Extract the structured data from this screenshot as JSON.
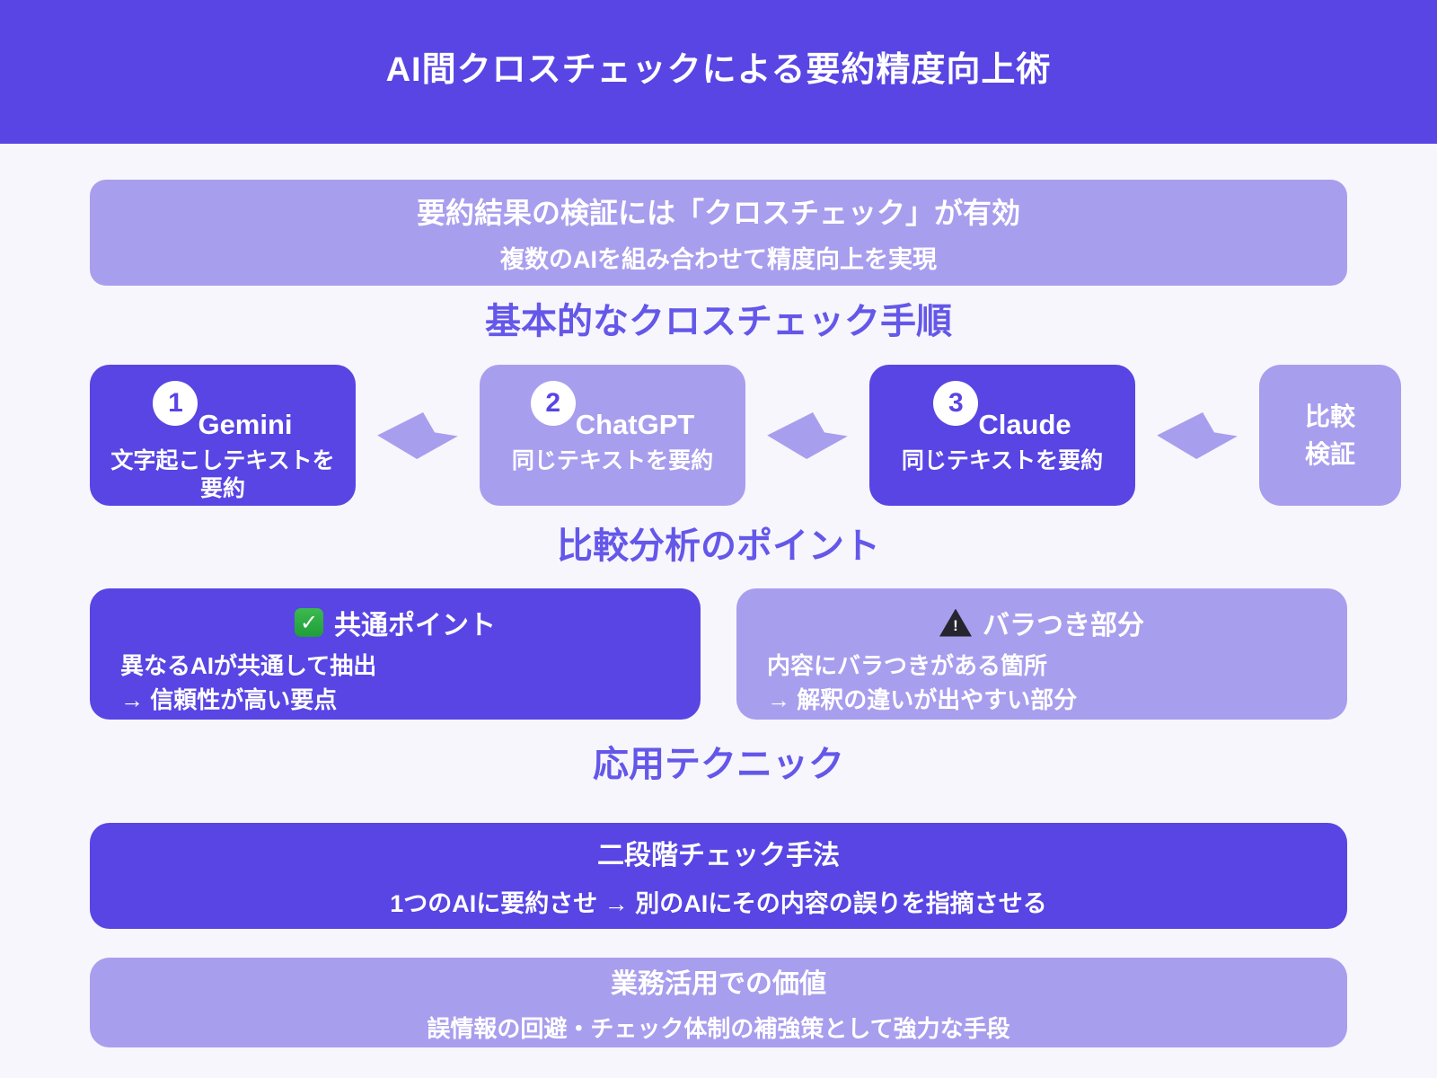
{
  "header": {
    "title": "AI間クロスチェックによる要約精度向上術"
  },
  "intro_banner": {
    "title": "要約結果の検証には「クロスチェック」が有効",
    "subtitle": "複数のAIを組み合わせて精度向上を実現"
  },
  "sections": {
    "steps": {
      "title": "基本的なクロスチェック手順",
      "items": [
        {
          "number": "1",
          "name": "Gemini",
          "description": "文字起こしテキストを要約"
        },
        {
          "number": "2",
          "name": "ChatGPT",
          "description": "同じテキストを要約"
        },
        {
          "number": "3",
          "name": "Claude",
          "description": "同じテキストを要約"
        }
      ],
      "result_label": "比較検証"
    },
    "points": {
      "title": "比較分析のポイント",
      "cards": [
        {
          "icon": "check-icon",
          "title": "共通ポイント",
          "line1": "異なるAIが共通して抽出",
          "line2": "→ 信頼性が高い要点"
        },
        {
          "icon": "warning-icon",
          "title": "バラつき部分",
          "line1": "内容にバラつきがある箇所",
          "line2": "→ 解釈の違いが出やすい部分"
        }
      ]
    },
    "advanced": {
      "title": "応用テクニック",
      "cards": [
        {
          "title": "二段階チェック手法",
          "description": "1つのAIに要約させ → 別のAIにその内容の誤りを指摘させる"
        },
        {
          "title": "業務活用での価値",
          "description": "誤情報の回避・チェック体制の補強策として強力な手段"
        }
      ]
    }
  },
  "icons": {
    "check_glyph": "✓",
    "warning_glyph": "!"
  },
  "colors": {
    "primary": "#5845e4",
    "light_purple": "#a89eee",
    "background": "#f7f6fc",
    "section_title": "#6457e9",
    "check_green": "#2eab44",
    "warning_dark": "#26242e"
  }
}
